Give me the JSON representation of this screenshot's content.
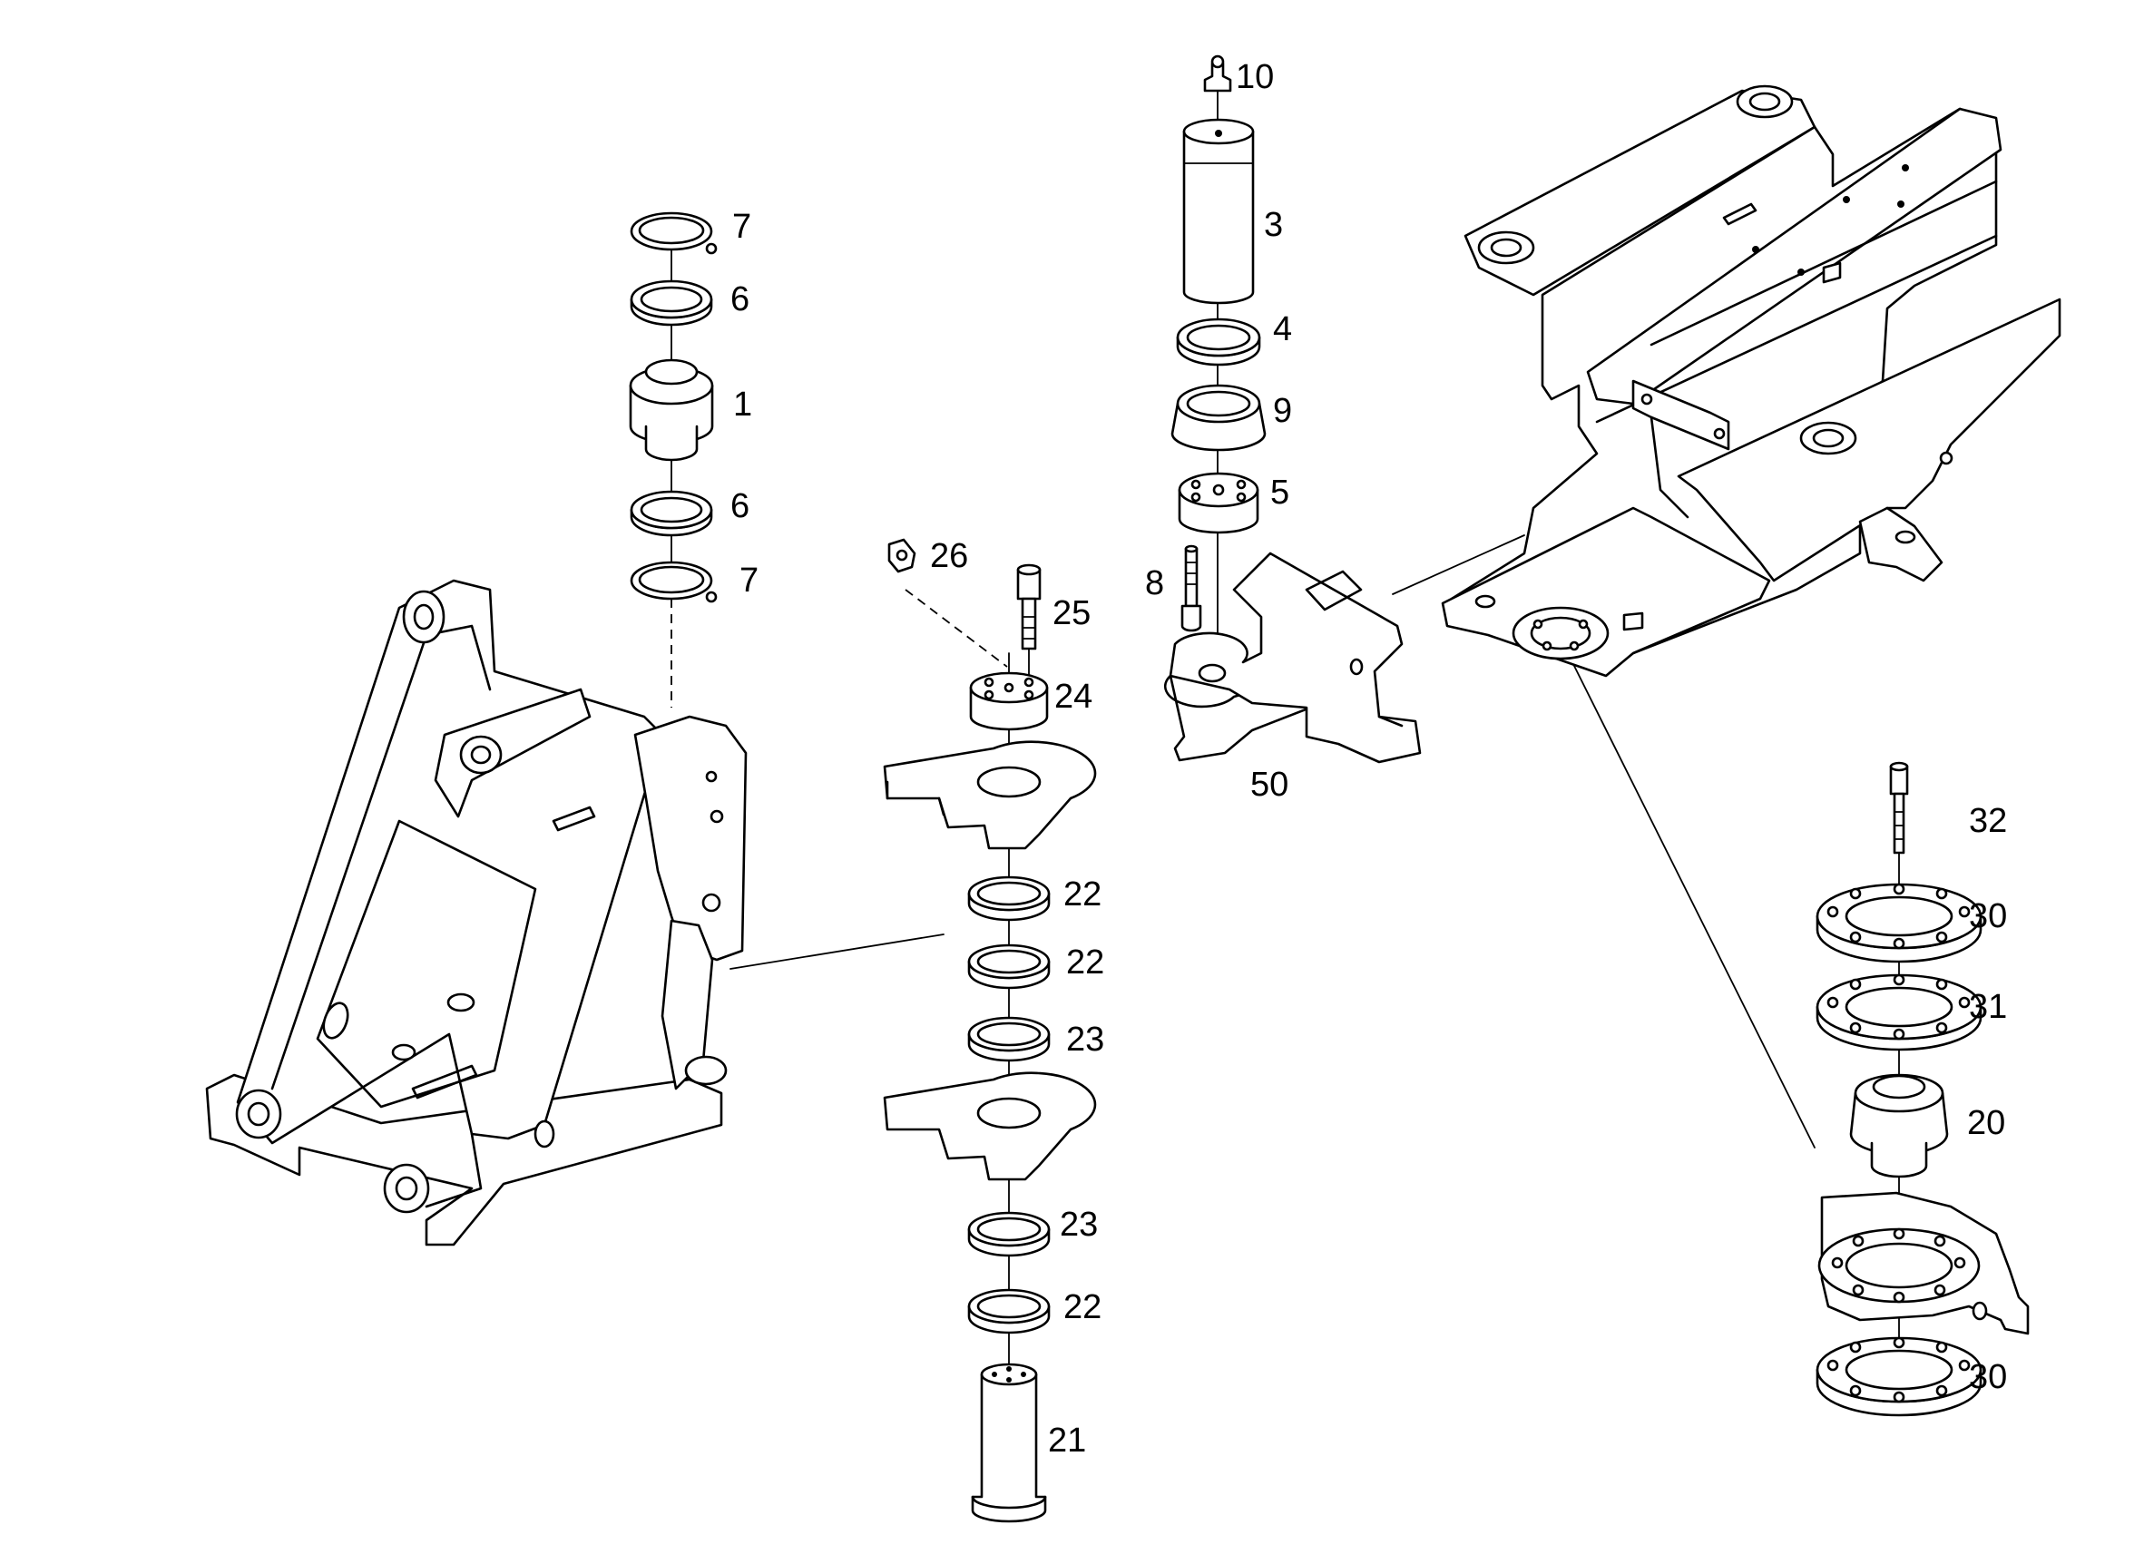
{
  "diagram": {
    "colors": {
      "line": "#000000",
      "background": "#ffffff"
    },
    "callouts": [
      {
        "id": "label-10",
        "text": "10"
      },
      {
        "id": "label-3",
        "text": "3"
      },
      {
        "id": "label-4",
        "text": "4"
      },
      {
        "id": "label-9",
        "text": "9"
      },
      {
        "id": "label-5",
        "text": "5"
      },
      {
        "id": "label-8",
        "text": "8"
      },
      {
        "id": "label-50",
        "text": "50"
      },
      {
        "id": "label-7-top",
        "text": "7"
      },
      {
        "id": "label-6-top",
        "text": "6"
      },
      {
        "id": "label-1",
        "text": "1"
      },
      {
        "id": "label-6-bottom",
        "text": "6"
      },
      {
        "id": "label-7-bottom",
        "text": "7"
      },
      {
        "id": "label-26",
        "text": "26"
      },
      {
        "id": "label-25",
        "text": "25"
      },
      {
        "id": "label-24",
        "text": "24"
      },
      {
        "id": "label-22-a",
        "text": "22"
      },
      {
        "id": "label-22-b",
        "text": "22"
      },
      {
        "id": "label-23-a",
        "text": "23"
      },
      {
        "id": "label-23-b",
        "text": "23"
      },
      {
        "id": "label-22-c",
        "text": "22"
      },
      {
        "id": "label-21",
        "text": "21"
      },
      {
        "id": "label-32",
        "text": "32"
      },
      {
        "id": "label-30-top",
        "text": "30"
      },
      {
        "id": "label-31",
        "text": "31"
      },
      {
        "id": "label-20",
        "text": "20"
      },
      {
        "id": "label-30-bottom",
        "text": "30"
      }
    ]
  }
}
